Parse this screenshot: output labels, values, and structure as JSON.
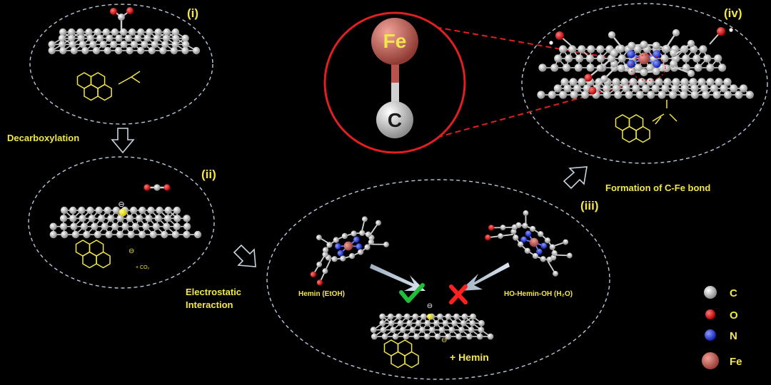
{
  "panels": {
    "i": "(i)",
    "ii": "(ii)",
    "iii": "(iii)",
    "iv": "(iv)"
  },
  "steps": {
    "decarboxylation": "Decarboxylation",
    "electrostatic_1": "Electrostatic",
    "electrostatic_2": "Interaction",
    "formation": "Formation of C-Fe bond"
  },
  "reactants": {
    "hemin_etoh": "Hemin (EtOH)",
    "ho_hemin_oh": "HO-Hemin-OH (H₂O)",
    "plus_hemin": "+  Hemin",
    "plus_co2": "+  CO₂"
  },
  "zoom": {
    "fe": "Fe",
    "c": "C"
  },
  "charge": "⊖",
  "legend": [
    {
      "symbol": "C",
      "color": "#d8d8d8"
    },
    {
      "symbol": "O",
      "color": "#e01818"
    },
    {
      "symbol": "N",
      "color": "#2233ee"
    },
    {
      "symbol": "Fe",
      "color": "#c4605a"
    }
  ],
  "colors": {
    "label_yellow": "#f2e64a",
    "ellipse": "#b8c8d8",
    "zoom_ring": "#e02020",
    "check": "#1fbf3a",
    "cross": "#ff2020"
  }
}
